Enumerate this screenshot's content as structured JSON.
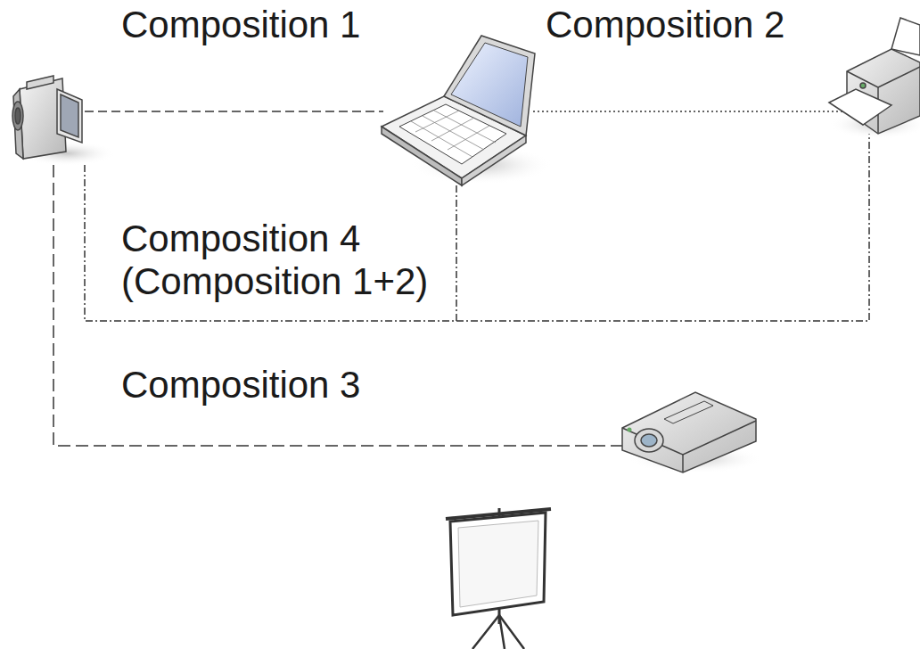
{
  "diagram": {
    "labels": [
      "Composition 1",
      "Composition 2",
      "Composition 4 (Composition 1+2)",
      "Composition 3"
    ]
  }
}
